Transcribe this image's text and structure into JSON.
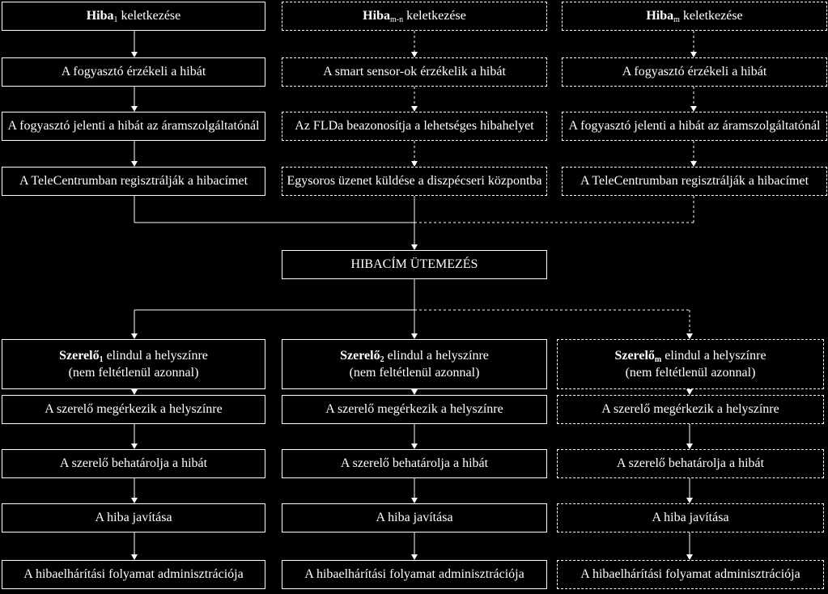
{
  "columns": [
    {
      "origin": {
        "bold": "Hiba",
        "sub": "1",
        "rest": " keletkezése"
      },
      "steps": [
        "A fogyasztó érzékeli a hibát",
        "A fogyasztó jelenti a hibát az áramszolgáltatónál",
        "A TeleCentrumban regisztrálják a hibacímet"
      ]
    },
    {
      "origin": {
        "bold": "Hiba",
        "sub": "m-n",
        "rest": " keletkezése"
      },
      "steps": [
        "A smart sensor-ok érzékelik a hibát",
        "Az FLDa beazonosítja a lehetséges hibahelyet",
        "Egysoros üzenet küldése a diszpécseri központba"
      ]
    },
    {
      "origin": {
        "bold": "Hiba",
        "sub": "m",
        "rest": " keletkezése"
      },
      "steps": [
        "A fogyasztó érzékeli a hibát",
        "A fogyasztó jelenti a hibát az áramszolgáltatónál",
        "A TeleCentrumban regisztrálják a hibacímet"
      ]
    }
  ],
  "central": "HIBACÍM ÜTEMEZÉS",
  "crews": [
    {
      "bold": "Szerelő",
      "sub": "1",
      "rest": " elindul a helyszínre",
      "line2": "(nem feltétlenül azonnal)"
    },
    {
      "bold": "Szerelő",
      "sub": "2",
      "rest": " elindul a helyszínre",
      "line2": "(nem feltétlenül azonnal)"
    },
    {
      "bold": "Szerelő",
      "sub": "m",
      "rest": " elindul a helyszínre",
      "line2": "(nem feltétlenül azonnal)"
    }
  ],
  "repair_steps": [
    "A szerelő megérkezik a helyszínre",
    "A szerelő behatárolja a hibát",
    "A hiba javítása",
    "A hibaelhárítási folyamat adminisztrációja"
  ]
}
